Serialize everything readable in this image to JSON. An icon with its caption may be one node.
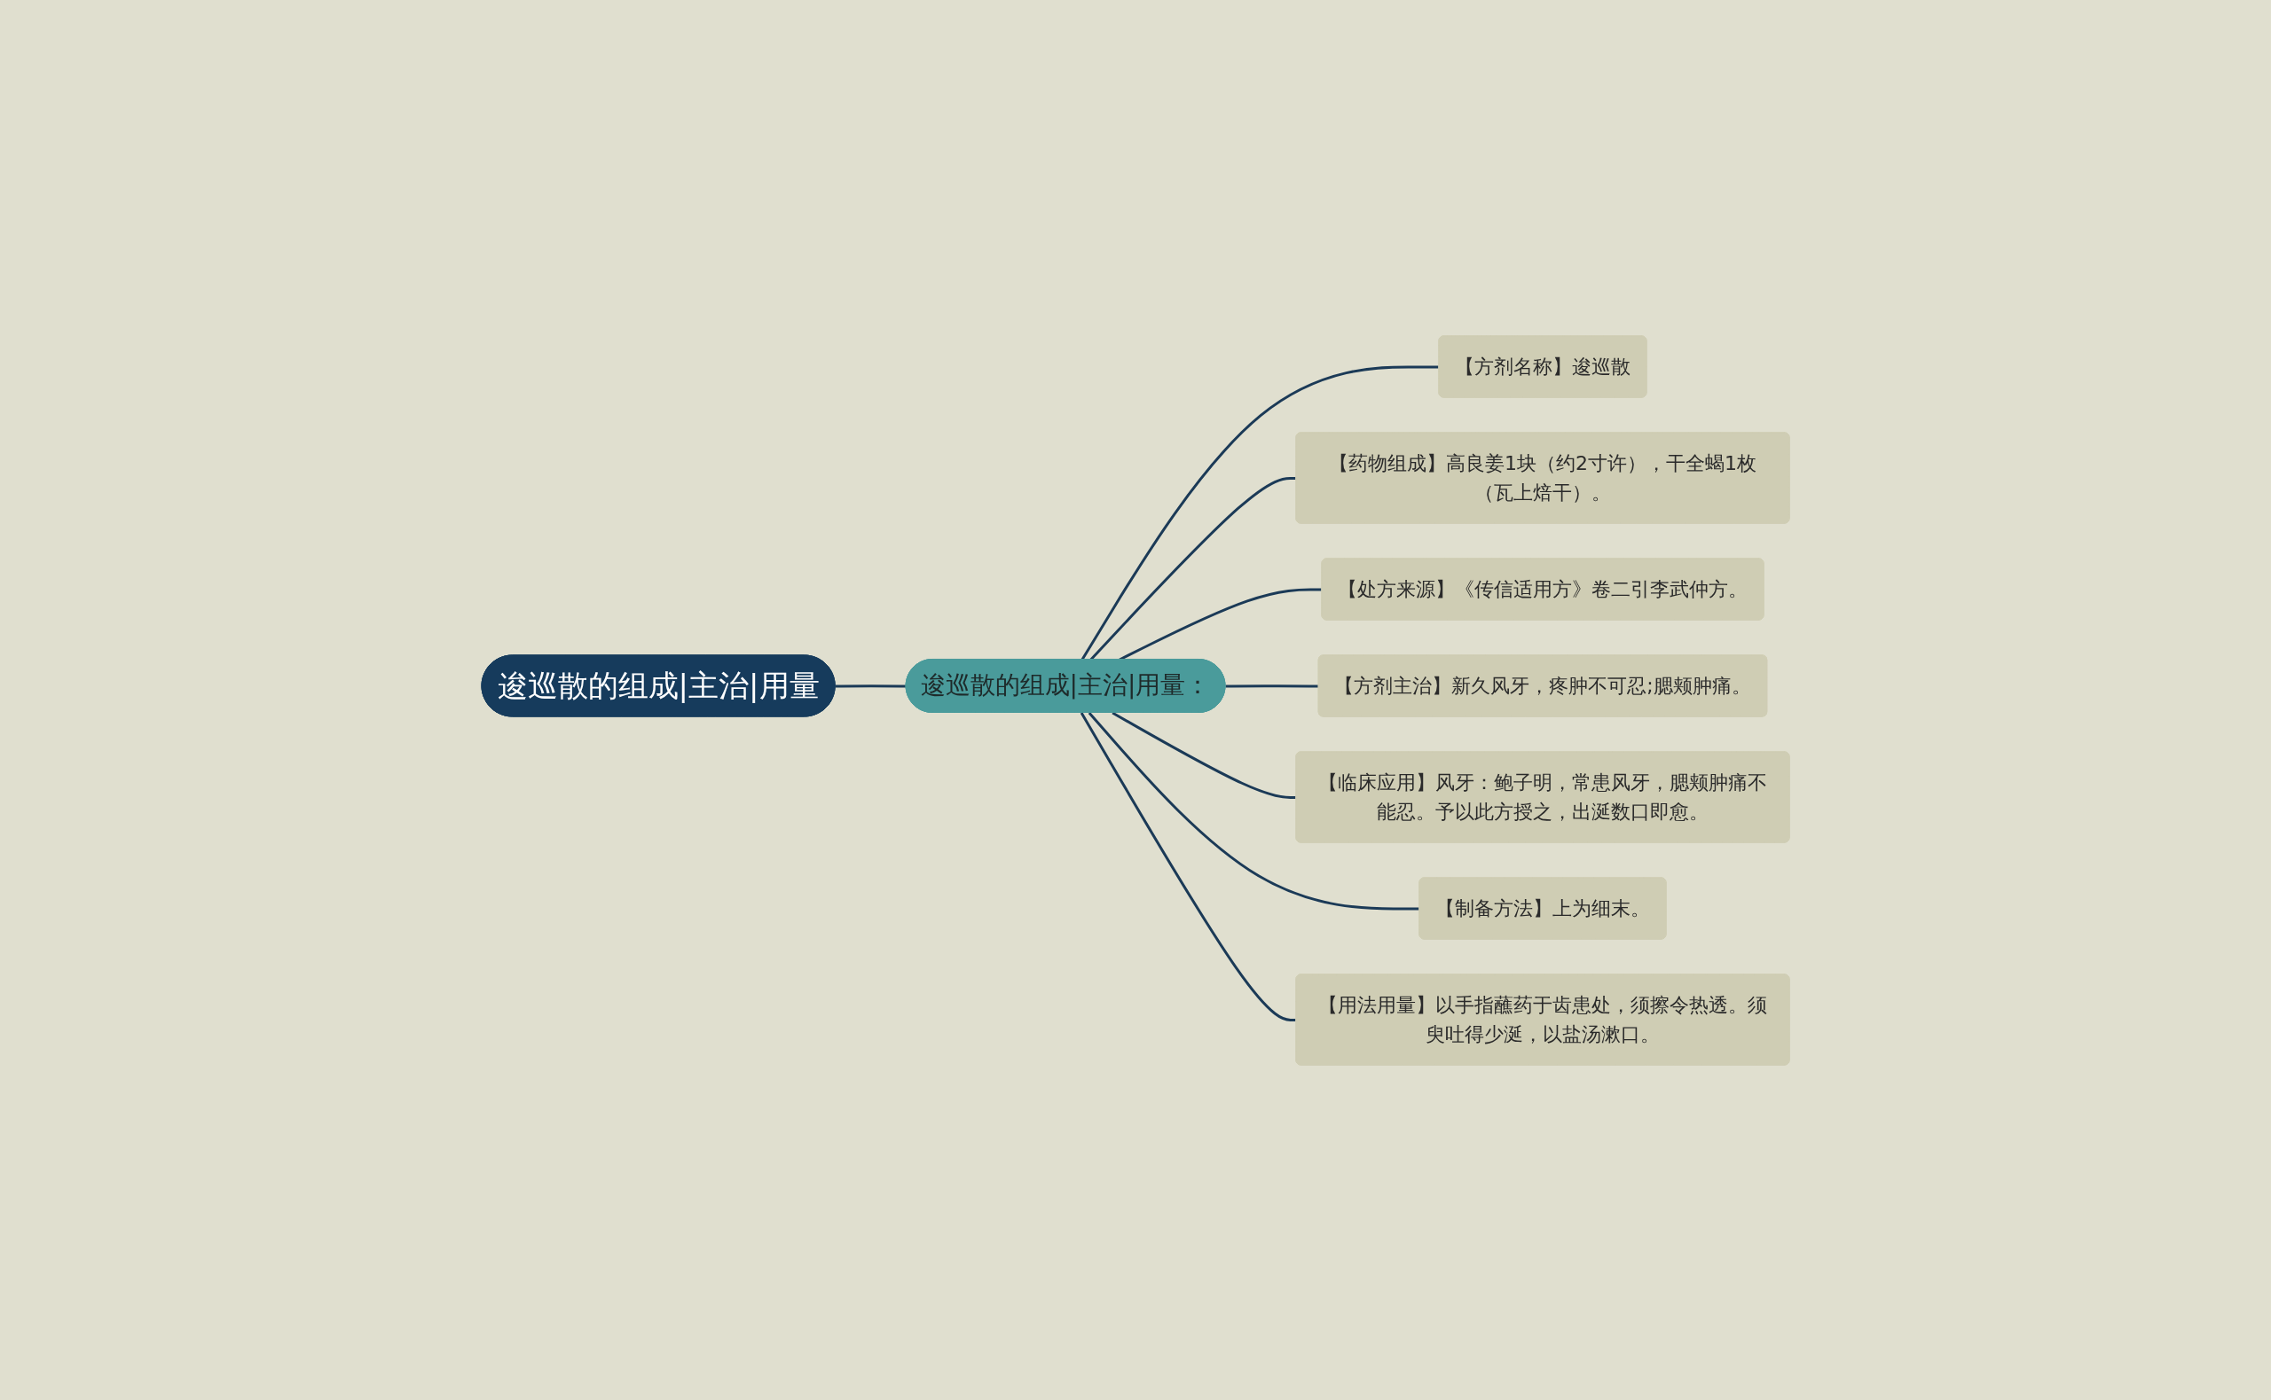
{
  "diagram": {
    "nodes": [
      {
        "text": [
          "逡巡散的组成|主治|用量"
        ]
      },
      {
        "text": [
          "逡巡散的组成|主治|用量："
        ]
      },
      {
        "text": [
          "【方剂名称】逡巡散"
        ]
      },
      {
        "text": [
          "【药物组成】高良姜1块（约2寸许），干全蝎1枚（瓦上焙干）。"
        ]
      },
      {
        "text": [
          "【处方来源】《传信适用方》卷二引李武仲方。"
        ]
      },
      {
        "text": [
          "【方剂主治】新久风牙，疼肿不可忍;腮颊肿痛。"
        ]
      },
      {
        "text": [
          "【临床应用】风牙：鲍子明，常患风牙，腮颊肿痛不能忍。予以此方授之，出涎数口即愈。"
        ]
      },
      {
        "text": [
          "【制备方法】上为细末。"
        ]
      },
      {
        "text": [
          "【用法用量】以手指蘸药于齿患处，须擦令热透。须臾吐得少涎，以盐汤漱口。"
        ]
      }
    ],
    "edges": [
      {
        "from": 0,
        "to": 1,
        "arrow": "none"
      },
      {
        "from": 1,
        "to": 2,
        "arrow": "none"
      },
      {
        "from": 1,
        "to": 3,
        "arrow": "none"
      },
      {
        "from": 1,
        "to": 4,
        "arrow": "none"
      },
      {
        "from": 1,
        "to": 5,
        "arrow": "none"
      },
      {
        "from": 1,
        "to": 6,
        "arrow": "none"
      },
      {
        "from": 1,
        "to": 7,
        "arrow": "none"
      },
      {
        "from": 1,
        "to": 8,
        "arrow": "none"
      }
    ]
  }
}
